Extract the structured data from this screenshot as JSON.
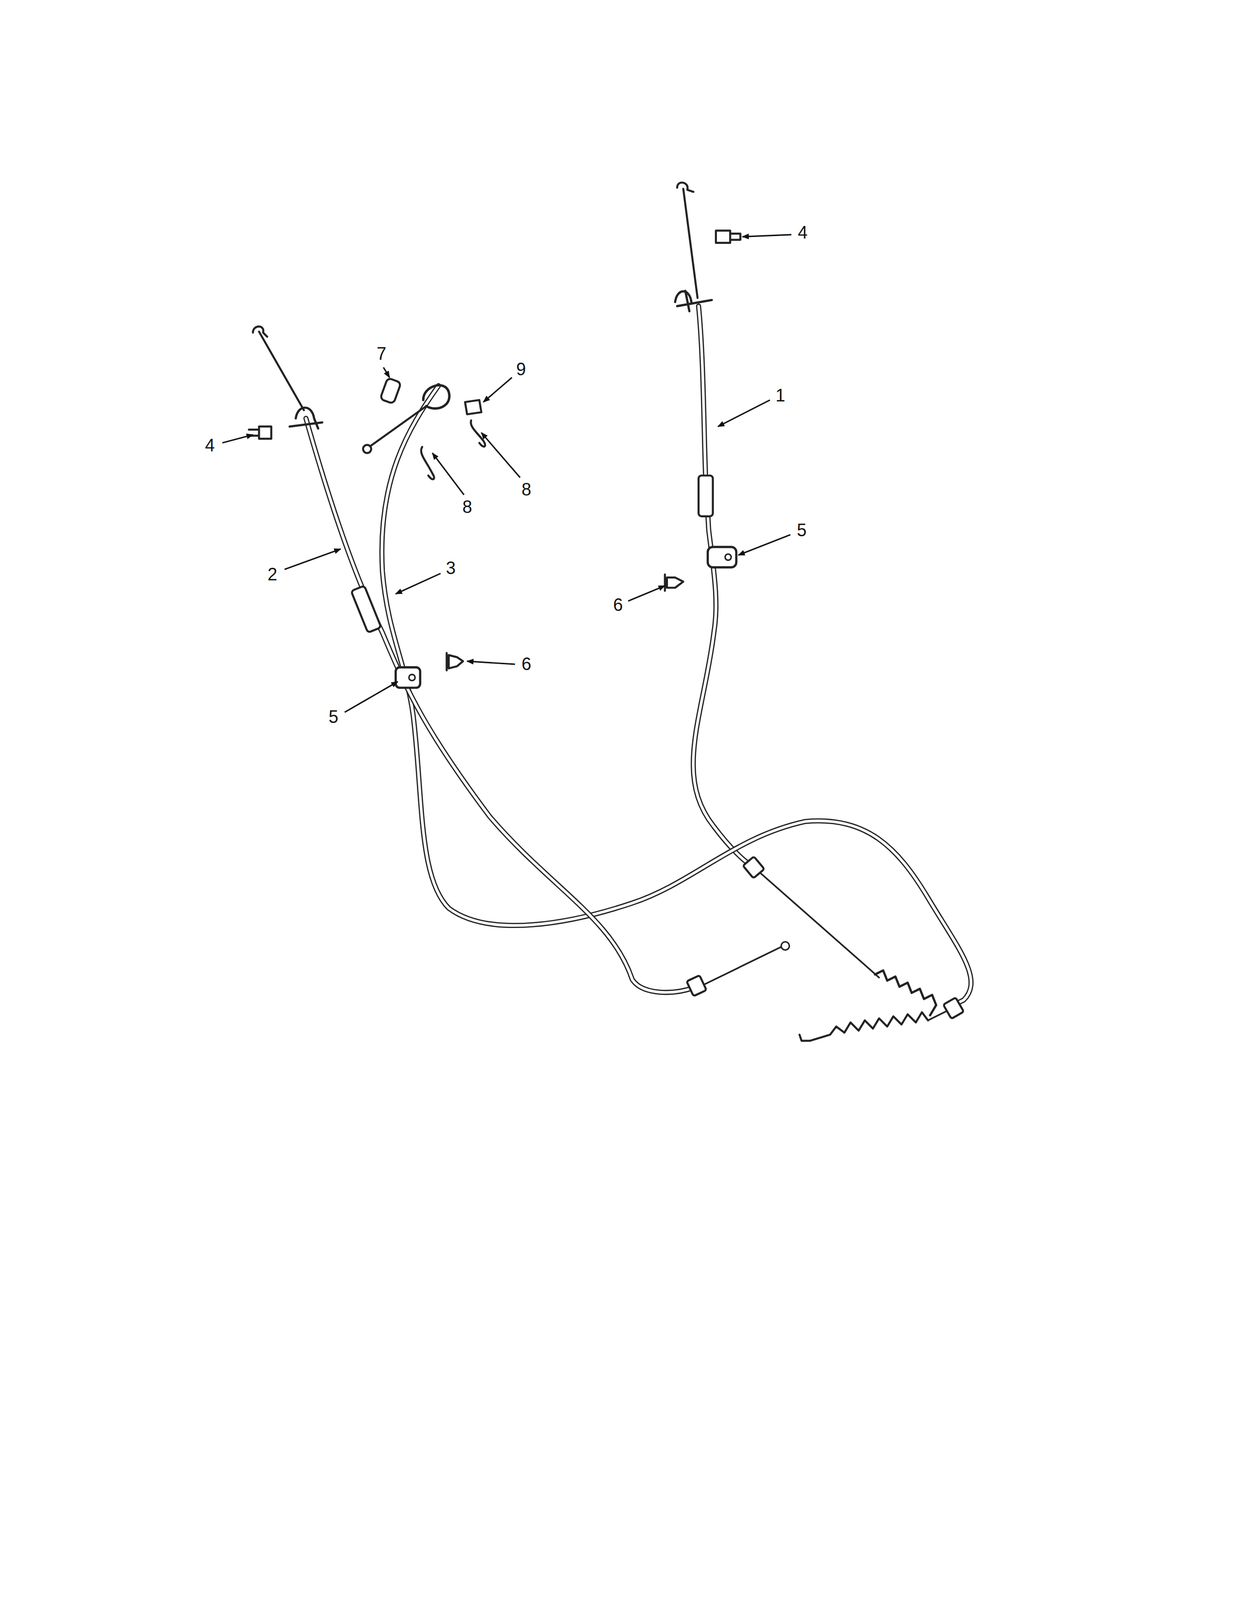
{
  "diagram": {
    "labels": [
      "4",
      "7",
      "9",
      "1",
      "4",
      "8",
      "8",
      "5",
      "3",
      "2",
      "6",
      "6",
      "5"
    ]
  }
}
